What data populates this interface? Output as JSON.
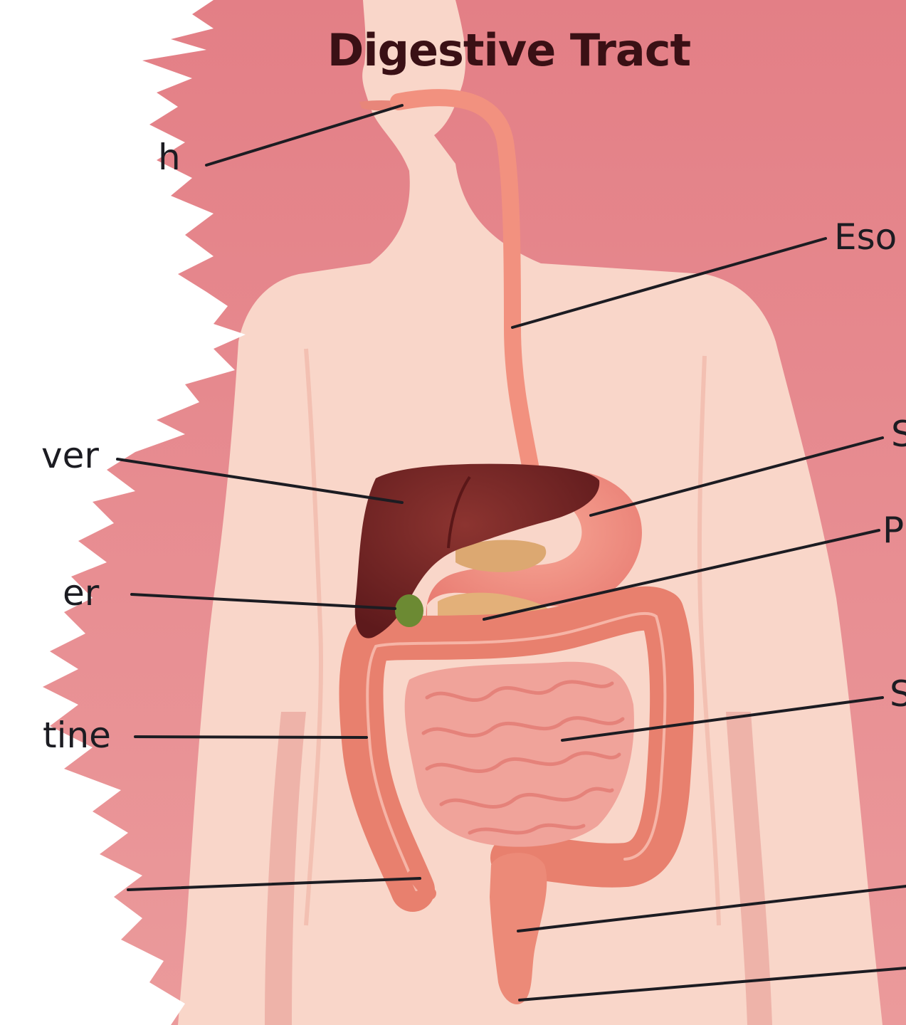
{
  "diagram": {
    "title": "Digestive Tract",
    "labels": {
      "mouth": "h",
      "esophagus": "Eso",
      "stomach": "S",
      "pancreas": "P",
      "small_intestine": "S",
      "liver": "ver",
      "gallbladder": "er",
      "large_intestine": "tine"
    },
    "colors": {
      "background": "#e58a8f",
      "body": "#f9d6c9",
      "liver": "#7a2626",
      "stomach": "#f08c80",
      "intestine": "#e57868",
      "small_intestine": "#f0a39a",
      "pancreas": "#e3b079",
      "gallbladder": "#6c8a33",
      "title": "#3a1015",
      "leader_line": "#1c1c22"
    }
  }
}
